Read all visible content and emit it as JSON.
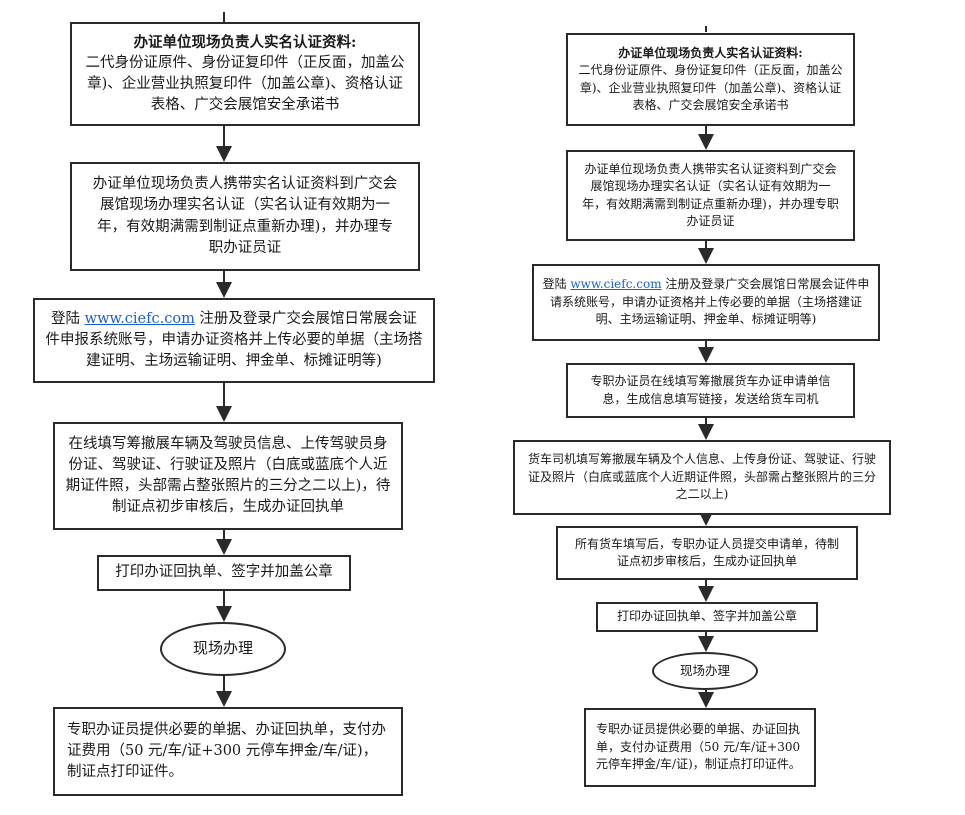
{
  "left": {
    "s1_title": "办证单位现场负责人实名认证资料:",
    "s1_body": "二代身份证原件、身份证复印件（正反面，加盖公章)、企业营业执照复印件（加盖公章)、资格认证表格、广交会展馆安全承诺书",
    "s2": "办证单位现场负责人携带实名认证资料到广交会展馆现场办理实名认证（实名认证有效期为一年，有效期满需到制证点重新办理)，并办理专职办证员证",
    "s3_pre": "登陆 ",
    "s3_link": "www.ciefc.com",
    "s3_post": " 注册及登录广交会展馆日常展会证件申报系统账号，申请办证资格并上传必要的单据（主场搭建证明、主场运输证明、押金单、标摊证明等)",
    "s4": "在线填写筹撤展车辆及驾驶员信息、上传驾驶员身份证、驾驶证、行驶证及照片（白底或蓝底个人近期证件照，头部需占整张照片的三分之二以上)，待制证点初步审核后，生成办证回执单",
    "s5": "打印办证回执单、签字并加盖公章",
    "s6": "现场办理",
    "s7": "专职办证员提供必要的单据、办证回执单，支付办证费用（50 元/车/证+300 元停车押金/车/证)，制证点打印证件。"
  },
  "right": {
    "s1_title": "办证单位现场负责人实名认证资料:",
    "s1_body": "二代身份证原件、身份证复印件（正反面，加盖公章)、企业营业执照复印件（加盖公章)、资格认证表格、广交会展馆安全承诺书",
    "s2": "办证单位现场负责人携带实名认证资料到广交会展馆现场办理实名认证（实名认证有效期为一年，有效期满需到制证点重新办理)，并办理专职办证员证",
    "s3_pre": "登陆 ",
    "s3_link": "www.ciefc.com",
    "s3_post": " 注册及登录广交会展馆日常展会证件申请系统账号，申请办证资格并上传必要的单据（主场搭建证明、主场运输证明、押金单、标摊证明等)",
    "s4": "专职办证员在线填写筹撤展货车办证申请单信息，生成信息填写链接，发送给货车司机",
    "s5": "货车司机填写筹撤展车辆及个人信息、上传身份证、驾驶证、行驶证及照片（白底或蓝底个人近期证件照，头部需占整张照片的三分之二以上)",
    "s6": "所有货车填写后，专职办证人员提交申请单，待制证点初步审核后，生成办证回执单",
    "s7": "打印办证回执单、签字并加盖公章",
    "s8": "现场办理",
    "s9": "专职办证员提供必要的单据、办证回执单，支付办证费用（50 元/车/证+300 元停车押金/车/证)，制证点打印证件。"
  }
}
